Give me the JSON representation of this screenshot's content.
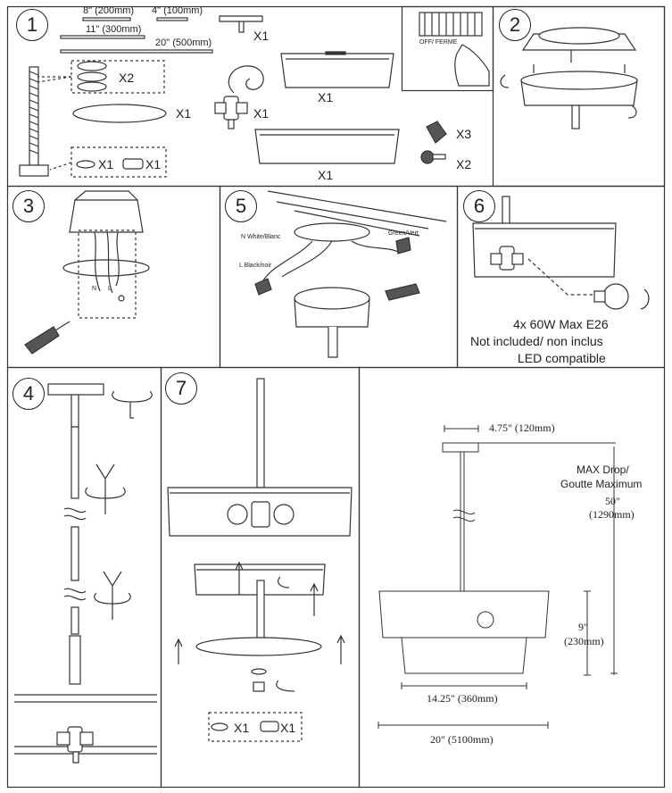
{
  "steps": {
    "s1": "1",
    "s2": "2",
    "s3": "3",
    "s4": "4",
    "s5": "5",
    "s6": "6",
    "s7": "7"
  },
  "parts": {
    "rod_8": "8\" (200mm)",
    "rod_4": "4\" (100mm)",
    "rod_11": "11\" (300mm)",
    "rod_20": "20\" (500mm)",
    "qty_x1": "X1",
    "qty_x2": "X2",
    "qty_x3": "X3"
  },
  "wiring": {
    "off_label": "OFF/ FERME",
    "neutral": "N White/Blanc",
    "line": "L Black/noir",
    "ground": "Green/Vert",
    "n": "N",
    "l": "L"
  },
  "bulb": {
    "line1": "4x 60W Max E26",
    "line2": "Not included/ non inclus",
    "line3": "LED compatible"
  },
  "dims": {
    "canopy": "4.75\" (120mm)",
    "max_drop_1": "MAX Drop/",
    "max_drop_2": "Goutte Maximum",
    "drop_in": "50\"",
    "drop_mm": "(1290mm)",
    "height_in": "9\"",
    "height_mm": "(230mm)",
    "inner_width": "14.25\" (360mm)",
    "outer_width": "20\" (5100mm)"
  }
}
